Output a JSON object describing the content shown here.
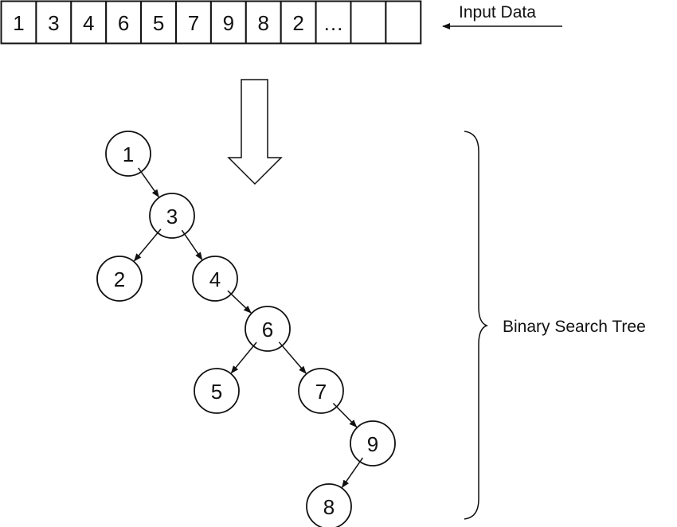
{
  "input_array": {
    "label": "Input Data",
    "cells": [
      "1",
      "3",
      "4",
      "6",
      "5",
      "7",
      "9",
      "8",
      "2",
      "…",
      "",
      ""
    ]
  },
  "tree": {
    "label": "Binary Search Tree",
    "nodes": [
      {
        "id": "n1",
        "value": "1"
      },
      {
        "id": "n3",
        "value": "3"
      },
      {
        "id": "n2",
        "value": "2"
      },
      {
        "id": "n4",
        "value": "4"
      },
      {
        "id": "n6",
        "value": "6"
      },
      {
        "id": "n5",
        "value": "5"
      },
      {
        "id": "n7",
        "value": "7"
      },
      {
        "id": "n9",
        "value": "9"
      },
      {
        "id": "n8",
        "value": "8"
      }
    ],
    "edges": [
      {
        "from": "n1",
        "to": "n3"
      },
      {
        "from": "n3",
        "to": "n2"
      },
      {
        "from": "n3",
        "to": "n4"
      },
      {
        "from": "n4",
        "to": "n6"
      },
      {
        "from": "n6",
        "to": "n5"
      },
      {
        "from": "n6",
        "to": "n7"
      },
      {
        "from": "n7",
        "to": "n9"
      },
      {
        "from": "n9",
        "to": "n8"
      }
    ]
  },
  "colors": {
    "stroke": "#111111",
    "background": "#ffffff"
  }
}
